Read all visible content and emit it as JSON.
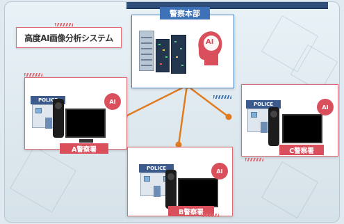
{
  "title": "高度AI画像分析システム",
  "hq": {
    "label": "警察本部",
    "ai_text": "AI"
  },
  "stations": [
    {
      "id": "a",
      "label": "A警察署",
      "sign": "POLICE",
      "ai_text": "AI"
    },
    {
      "id": "b",
      "label": "B警察署",
      "sign": "POLICE",
      "ai_text": "AI"
    },
    {
      "id": "c",
      "label": "C警察署",
      "sign": "POLICE",
      "ai_text": "AI"
    }
  ],
  "colors": {
    "accent_red": "#d94f5c",
    "accent_blue": "#3d72b8",
    "link_orange": "#e07b20"
  }
}
